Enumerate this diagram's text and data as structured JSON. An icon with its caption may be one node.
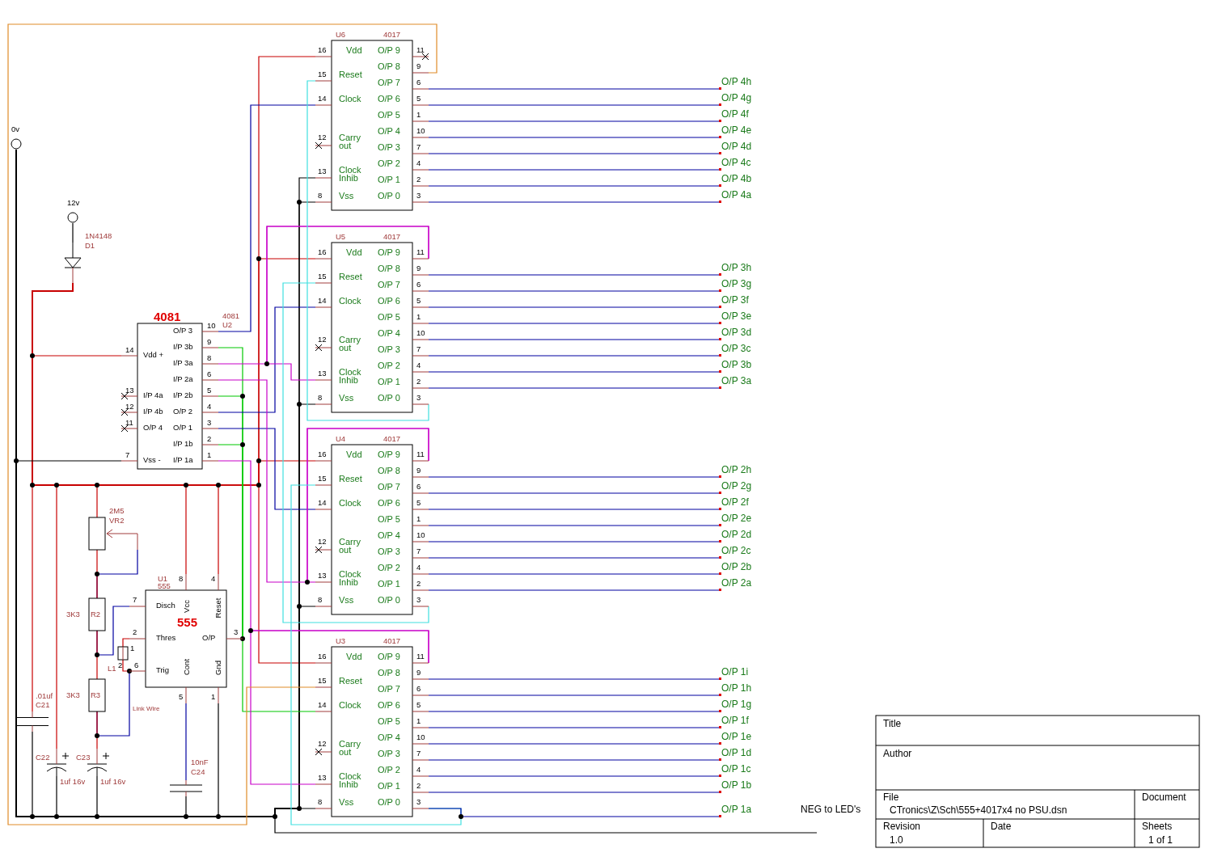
{
  "diagram": {
    "nodes": [
      {
        "text": [
          "0v"
        ]
      },
      {
        "text": [
          "12v"
        ]
      },
      {
        "text": [
          "1N4148",
          "D1"
        ]
      },
      {
        "text": [
          "U6",
          "4017",
          "Vdd",
          "Reset",
          "Clock",
          "Carry out",
          "Clock Inhib",
          "Vss",
          "O/P 9",
          "O/P 8",
          "O/P 7",
          "O/P 6",
          "O/P 5",
          "O/P 4",
          "O/P 3",
          "O/P 2",
          "O/P 1",
          "O/P 0",
          "16",
          "15",
          "14",
          "12",
          "13",
          "8",
          "11",
          "9",
          "6",
          "5",
          "1",
          "10",
          "7",
          "4",
          "2",
          "3"
        ]
      },
      {
        "text": [
          "U5",
          "4017",
          "Vdd",
          "Reset",
          "Clock",
          "Carry out",
          "Clock Inhib",
          "Vss",
          "O/P 9",
          "O/P 8",
          "O/P 7",
          "O/P 6",
          "O/P 5",
          "O/P 4",
          "O/P 3",
          "O/P 2",
          "O/P 1",
          "O/P 0",
          "16",
          "15",
          "14",
          "12",
          "13",
          "8",
          "11",
          "9",
          "6",
          "5",
          "1",
          "10",
          "7",
          "4",
          "2",
          "3"
        ]
      },
      {
        "text": [
          "4081",
          "4081",
          "U2",
          "O/P 3",
          "I/P 3b",
          "I/P 3a",
          "I/P 2a",
          "I/P 2b",
          "O/P 2",
          "O/P 1",
          "I/P 1b",
          "I/P 1a",
          "Vdd +",
          "I/P 4a",
          "I/P 4b",
          "O/P 4",
          "Vss -",
          "10",
          "9",
          "8",
          "6",
          "5",
          "4",
          "3",
          "2",
          "1",
          "14",
          "13",
          "12",
          "11",
          "7"
        ]
      },
      {
        "text": [
          "2M5",
          "VR2"
        ]
      },
      {
        "text": [
          "U4",
          "4017",
          "Vdd",
          "Reset",
          "Clock",
          "Carry out",
          "Clock Inhib",
          "Vss",
          "O/P 9",
          "O/P 8",
          "O/P 7",
          "O/P 6",
          "O/P 5",
          "O/P 4",
          "O/P 3",
          "O/P 2",
          "O/P 1",
          "O/P 0",
          "16",
          "15",
          "14",
          "12",
          "13",
          "8",
          "11",
          "9",
          "6",
          "5",
          "1",
          "10",
          "7",
          "4",
          "2",
          "3"
        ]
      },
      {
        "text": [
          "U1",
          "555",
          "555",
          "Disch",
          "Thres",
          "Trig",
          "Vcc",
          "Reset",
          "O/P",
          "Cont",
          "Gnd",
          "7",
          "2",
          "6",
          "8",
          "4",
          "3",
          "5",
          "1"
        ]
      },
      {
        "text": [
          "3K3",
          "R2"
        ]
      },
      {
        "text": [
          "L1",
          "1",
          "2"
        ]
      },
      {
        "text": [
          "3K3",
          "R3"
        ]
      },
      {
        "text": [
          "U3",
          "4017",
          "Vdd",
          "Reset",
          "Clock",
          "Carry out",
          "Clock Inhib",
          "Vss",
          "O/P 9",
          "O/P 8",
          "O/P 7",
          "O/P 6",
          "O/P 5",
          "O/P 4",
          "O/P 3",
          "O/P 2",
          "O/P 1",
          "O/P 0",
          "16",
          "15",
          "14",
          "12",
          "13",
          "8",
          "11",
          "9",
          "6",
          "5",
          "1",
          "10",
          "7",
          "4",
          "2",
          "3"
        ]
      },
      {
        "text": [
          ".01uf",
          "C21"
        ]
      },
      {
        "text": [
          "C22",
          "1uf 16v"
        ]
      },
      {
        "text": [
          "C23",
          "1uf 16v"
        ]
      },
      {
        "text": [
          "10nF",
          "C24"
        ]
      },
      {
        "text": [
          "O/P 4h"
        ]
      },
      {
        "text": [
          "O/P 4g"
        ]
      },
      {
        "text": [
          "O/P 4f"
        ]
      },
      {
        "text": [
          "O/P 4e"
        ]
      },
      {
        "text": [
          "O/P 4d"
        ]
      },
      {
        "text": [
          "O/P 4c"
        ]
      },
      {
        "text": [
          "O/P 4b"
        ]
      },
      {
        "text": [
          "O/P 4a"
        ]
      },
      {
        "text": [
          "O/P 3h"
        ]
      },
      {
        "text": [
          "O/P 3g"
        ]
      },
      {
        "text": [
          "O/P 3f"
        ]
      },
      {
        "text": [
          "O/P 3e"
        ]
      },
      {
        "text": [
          "O/P 3d"
        ]
      },
      {
        "text": [
          "O/P 3c"
        ]
      },
      {
        "text": [
          "O/P 3b"
        ]
      },
      {
        "text": [
          "O/P 3a"
        ]
      },
      {
        "text": [
          "O/P 2h"
        ]
      },
      {
        "text": [
          "O/P 2g"
        ]
      },
      {
        "text": [
          "O/P 2f"
        ]
      },
      {
        "text": [
          "O/P 2e"
        ]
      },
      {
        "text": [
          "O/P 2d"
        ]
      },
      {
        "text": [
          "O/P 2c"
        ]
      },
      {
        "text": [
          "O/P 2b"
        ]
      },
      {
        "text": [
          "O/P 2a"
        ]
      },
      {
        "text": [
          "O/P 1i"
        ]
      },
      {
        "text": [
          "O/P 1h"
        ]
      },
      {
        "text": [
          "O/P 1g"
        ]
      },
      {
        "text": [
          "O/P 1f"
        ]
      },
      {
        "text": [
          "O/P 1e"
        ]
      },
      {
        "text": [
          "O/P 1d"
        ]
      },
      {
        "text": [
          "O/P 1c"
        ]
      },
      {
        "text": [
          "O/P 1b"
        ]
      },
      {
        "text": [
          "O/P 1a"
        ]
      },
      {
        "text": [
          "NEG to LED's"
        ]
      }
    ],
    "edges": [
      {
        "from": 1,
        "to": 2,
        "arrow": "none",
        "color": "#000000"
      },
      {
        "from": 2,
        "to": 5,
        "arrow": "none",
        "color": "#c80000"
      },
      {
        "from": 2,
        "to": 13,
        "arrow": "none",
        "color": "#c80000"
      },
      {
        "from": 2,
        "to": 14,
        "arrow": "none",
        "color": "#c80000"
      },
      {
        "from": 2,
        "to": 6,
        "arrow": "none",
        "color": "#c80000"
      },
      {
        "from": 2,
        "to": 8,
        "arrow": "none",
        "color": "#c80000"
      },
      {
        "from": 2,
        "to": 8,
        "arrow": "none",
        "color": "#c80000"
      },
      {
        "from": 2,
        "to": 3,
        "arrow": "none",
        "color": "#c80000"
      },
      {
        "from": 2,
        "to": 4,
        "arrow": "none",
        "color": "#c80000"
      },
      {
        "from": 2,
        "to": 7,
        "arrow": "none",
        "color": "#c80000"
      },
      {
        "from": 2,
        "to": 12,
        "arrow": "none",
        "color": "#c80000"
      },
      {
        "from": 0,
        "to": 5,
        "arrow": "none",
        "color": "#000000"
      },
      {
        "from": 0,
        "to": 13,
        "arrow": "none",
        "color": "#000000"
      },
      {
        "from": 0,
        "to": 14,
        "arrow": "none",
        "color": "#000000"
      },
      {
        "from": 0,
        "to": 15,
        "arrow": "none",
        "color": "#000000"
      },
      {
        "from": 0,
        "to": 16,
        "arrow": "none",
        "color": "#000000"
      },
      {
        "from": 0,
        "to": 8,
        "arrow": "none",
        "color": "#000000"
      },
      {
        "from": 0,
        "to": 12,
        "arrow": "none",
        "color": "#000000"
      },
      {
        "from": 0,
        "to": 7,
        "arrow": "none",
        "color": "#000000"
      },
      {
        "from": 0,
        "to": 4,
        "arrow": "none",
        "color": "#000000"
      },
      {
        "from": 0,
        "to": 3,
        "arrow": "none",
        "color": "#000000"
      },
      {
        "from": 0,
        "to": 3,
        "arrow": "none",
        "color": "#000000"
      },
      {
        "from": 0,
        "to": 50,
        "arrow": "none",
        "color": "#000000"
      },
      {
        "from": 6,
        "to": 9,
        "arrow": "none"
      },
      {
        "from": 6,
        "to": 9,
        "arrow": "none",
        "color": "#c80000"
      },
      {
        "from": 9,
        "to": 8,
        "arrow": "none"
      },
      {
        "from": 9,
        "to": 11,
        "arrow": "none",
        "color": "#c80000"
      },
      {
        "from": 11,
        "to": 8,
        "arrow": "none"
      },
      {
        "from": 11,
        "to": 15,
        "arrow": "none",
        "color": "#c80000"
      },
      {
        "from": 8,
        "to": 10,
        "arrow": "none",
        "color": "#c80000"
      },
      {
        "from": 10,
        "to": 8,
        "arrow": "none",
        "color": "#c80000"
      },
      {
        "from": 8,
        "to": 16,
        "arrow": "none"
      },
      {
        "from": 8,
        "to": 5,
        "arrow": "none",
        "color": "#00c800"
      },
      {
        "from": 8,
        "to": 5,
        "arrow": "none",
        "color": "#00c800"
      },
      {
        "from": 8,
        "to": 5,
        "arrow": "none",
        "color": "#00c800"
      },
      {
        "from": 8,
        "to": 12,
        "arrow": "none",
        "color": "#00c800"
      },
      {
        "from": 5,
        "to": 3,
        "arrow": "none"
      },
      {
        "from": 5,
        "to": 4,
        "arrow": "none"
      },
      {
        "from": 5,
        "to": 7,
        "arrow": "none"
      },
      {
        "from": 4,
        "to": 5,
        "arrow": "none",
        "color": "#c800c8"
      },
      {
        "from": 4,
        "to": 4,
        "arrow": "none",
        "color": "#c800c8"
      },
      {
        "from": 7,
        "to": 5,
        "arrow": "none",
        "color": "#c800c8"
      },
      {
        "from": 7,
        "to": 7,
        "arrow": "none",
        "color": "#c800c8"
      },
      {
        "from": 12,
        "to": 5,
        "arrow": "none",
        "color": "#c800c8"
      },
      {
        "from": 12,
        "to": 12,
        "arrow": "none",
        "color": "#c800c8"
      },
      {
        "from": 4,
        "to": 3,
        "arrow": "none",
        "color": "#40e0e0"
      },
      {
        "from": 7,
        "to": 4,
        "arrow": "none",
        "color": "#40e0e0"
      },
      {
        "from": 12,
        "to": 7,
        "arrow": "none",
        "color": "#40e0e0"
      },
      {
        "from": 3,
        "to": 12,
        "arrow": "none",
        "color": "#e08c28"
      },
      {
        "from": 12,
        "to": 49,
        "arrow": "none"
      },
      {
        "from": 3,
        "to": 17,
        "arrow": "none"
      },
      {
        "from": 3,
        "to": 18,
        "arrow": "none"
      },
      {
        "from": 3,
        "to": 19,
        "arrow": "none"
      },
      {
        "from": 3,
        "to": 20,
        "arrow": "none"
      },
      {
        "from": 3,
        "to": 21,
        "arrow": "none"
      },
      {
        "from": 3,
        "to": 22,
        "arrow": "none"
      },
      {
        "from": 3,
        "to": 23,
        "arrow": "none"
      },
      {
        "from": 3,
        "to": 24,
        "arrow": "none"
      },
      {
        "from": 4,
        "to": 25,
        "arrow": "none"
      },
      {
        "from": 4,
        "to": 26,
        "arrow": "none"
      },
      {
        "from": 4,
        "to": 27,
        "arrow": "none"
      },
      {
        "from": 4,
        "to": 28,
        "arrow": "none"
      },
      {
        "from": 4,
        "to": 29,
        "arrow": "none"
      },
      {
        "from": 4,
        "to": 30,
        "arrow": "none"
      },
      {
        "from": 4,
        "to": 31,
        "arrow": "none"
      },
      {
        "from": 4,
        "to": 32,
        "arrow": "none"
      },
      {
        "from": 7,
        "to": 33,
        "arrow": "none"
      },
      {
        "from": 7,
        "to": 34,
        "arrow": "none"
      },
      {
        "from": 7,
        "to": 35,
        "arrow": "none"
      },
      {
        "from": 7,
        "to": 36,
        "arrow": "none"
      },
      {
        "from": 7,
        "to": 37,
        "arrow": "none"
      },
      {
        "from": 7,
        "to": 38,
        "arrow": "none"
      },
      {
        "from": 7,
        "to": 39,
        "arrow": "none"
      },
      {
        "from": 7,
        "to": 40,
        "arrow": "none"
      },
      {
        "from": 12,
        "to": 41,
        "arrow": "none"
      },
      {
        "from": 12,
        "to": 42,
        "arrow": "none"
      },
      {
        "from": 12,
        "to": 43,
        "arrow": "none"
      },
      {
        "from": 12,
        "to": 44,
        "arrow": "none"
      },
      {
        "from": 12,
        "to": 45,
        "arrow": "none"
      },
      {
        "from": 12,
        "to": 46,
        "arrow": "none"
      },
      {
        "from": 12,
        "to": 47,
        "arrow": "none"
      },
      {
        "from": 12,
        "to": 48,
        "arrow": "none"
      }
    ],
    "labels": [
      "Link Wire",
      "Title",
      "Author",
      "File",
      "CTronics\\Z\\Sch\\555+4017x4 no PSU.dsn",
      "Document",
      "Revision",
      "1.0",
      "Date",
      "Sheets",
      "1 of 1"
    ]
  }
}
